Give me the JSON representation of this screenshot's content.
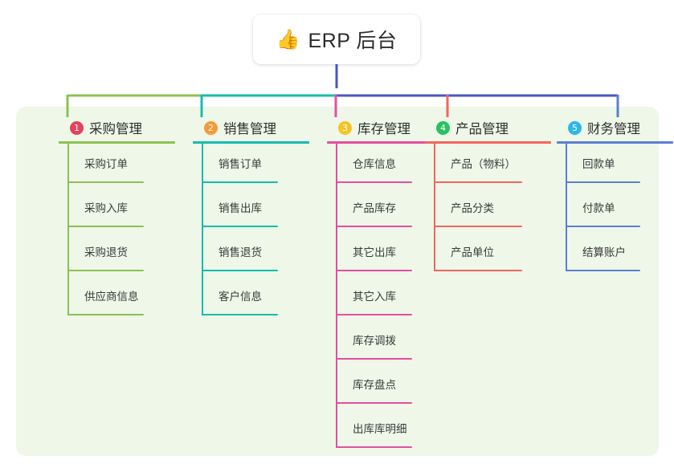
{
  "root": {
    "icon": "thumbs-up-icon",
    "emoji": "👍",
    "title": "ERP 后台"
  },
  "palette": {
    "panel_bg": "#eef7e8",
    "page_bg": "#ffffff",
    "root_bus": "#4a56c4",
    "green": "#8cc152",
    "teal": "#16bcae",
    "pink": "#e34fa0",
    "red": "#f2665e",
    "blue": "#5b7fd4",
    "badge1": "#e8405a",
    "badge2": "#f59a35",
    "badge3": "#f7c325",
    "badge4": "#29c061",
    "badge5": "#2bb7e8"
  },
  "columns": [
    {
      "number": "1",
      "title": "采购管理",
      "badge_color": "#e8405a",
      "line_color": "#8cc152",
      "items": [
        "采购订单",
        "采购入库",
        "采购退货",
        "供应商信息"
      ]
    },
    {
      "number": "2",
      "title": "销售管理",
      "badge_color": "#f59a35",
      "line_color": "#16bcae",
      "items": [
        "销售订单",
        "销售出库",
        "销售退货",
        "客户信息"
      ]
    },
    {
      "number": "3",
      "title": "库存管理",
      "badge_color": "#f7c325",
      "line_color": "#e34fa0",
      "items": [
        "仓库信息",
        "产品库存",
        "其它出库",
        "其它入库",
        "库存调拨",
        "库存盘点",
        "出库库明细"
      ]
    },
    {
      "number": "4",
      "title": "产品管理",
      "badge_color": "#29c061",
      "line_color": "#f2665e",
      "items": [
        "产品（物料）",
        "产品分类",
        "产品单位"
      ]
    },
    {
      "number": "5",
      "title": "财务管理",
      "badge_color": "#2bb7e8",
      "line_color": "#5b7fd4",
      "items": [
        "回款单",
        "付款单",
        "结算账户"
      ]
    }
  ]
}
